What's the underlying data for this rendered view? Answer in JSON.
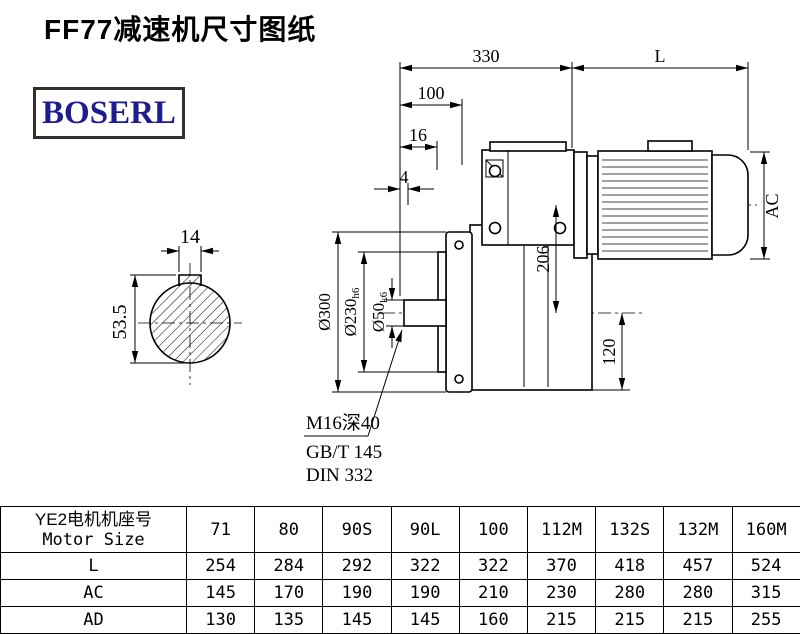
{
  "page": {
    "title": "FF77减速机尺寸图纸",
    "logo": "BOSERL"
  },
  "drawing": {
    "dims": {
      "len_330": "330",
      "len_L": "L",
      "len_100": "100",
      "len_16": "16",
      "len_4": "4",
      "height_AC": "AC",
      "height_206": "206",
      "height_120": "120",
      "key_width": "14",
      "key_height": "53.5",
      "flange_dia": "Ø300",
      "spigot_dia": "Ø230",
      "spigot_tol": "h6",
      "shaft_dia": "Ø50",
      "shaft_tol": "k6",
      "tap_note": "M16深40",
      "std_gbt": "GB/T 145",
      "std_din": "DIN 332"
    }
  },
  "table": {
    "header_line1": "YE2电机机座号",
    "header_line2": "Motor Size",
    "motor_sizes": [
      "71",
      "80",
      "90S",
      "90L",
      "100",
      "112M",
      "132S",
      "132M",
      "160M"
    ],
    "rows": [
      {
        "label": "L",
        "values": [
          "254",
          "284",
          "292",
          "322",
          "322",
          "370",
          "418",
          "457",
          "524"
        ]
      },
      {
        "label": "AC",
        "values": [
          "145",
          "170",
          "190",
          "190",
          "210",
          "230",
          "280",
          "280",
          "315"
        ]
      },
      {
        "label": "AD",
        "values": [
          "130",
          "135",
          "145",
          "145",
          "160",
          "215",
          "215",
          "215",
          "255"
        ]
      }
    ]
  }
}
